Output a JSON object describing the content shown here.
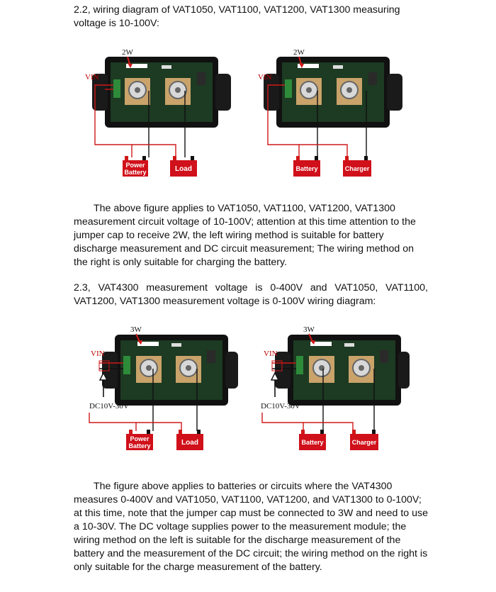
{
  "section_2_2": {
    "heading": "2.2, wiring diagram of VAT1050, VAT1100, VAT1200, VAT1300 measuring voltage is 10-100V:",
    "left_diagram": {
      "jumper": "2W",
      "vin": "VIN",
      "box1": [
        "Power",
        "Battery"
      ],
      "box2": "Load"
    },
    "right_diagram": {
      "jumper": "2W",
      "vin": "VIN",
      "box1": "Battery",
      "box2": "Charger"
    },
    "paragraph": "The above figure applies to VAT1050, VAT1100, VAT1200, VAT1300 measurement circuit voltage of 10-100V; attention at this time attention to the jumper cap to receive 2W, the left wiring method is suitable for battery discharge measurement and DC circuit measurement; The wiring method on the right is only suitable for charging the battery."
  },
  "section_2_3": {
    "heading": "2.3, VAT4300 measurement voltage is 0-400V and VAT1050, VAT1100, VAT1200, VAT1300 measurement voltage is 0-100V wiring diagram:",
    "left_diagram": {
      "jumper": "3W",
      "vin": "VIN",
      "supply": "DC10V-30V",
      "box1": [
        "Power",
        "Battery"
      ],
      "box2": "Load"
    },
    "right_diagram": {
      "jumper": "3W",
      "vin": "VIN",
      "supply": "DC10V-30V",
      "box1": "Battery",
      "box2": "Charger"
    },
    "paragraph": "The figure above applies to batteries or circuits where the VAT4300 measures 0-400V and VAT1050, VAT1100, VAT1200, and VAT1300 to 0-100V; at this time, note that the jumper cap must be connected to 3W and need to use a 10-30V. The DC voltage supplies power to the measurement module; the wiring method on the left is suitable for the discharge measurement of the battery and the measurement of the DC circuit; the wiring method on the right is only suitable for the charge measurement of the battery."
  },
  "colors": {
    "wire": "#d01818",
    "box": "#d0101a",
    "board": "#1d3a22",
    "text": "#111111"
  }
}
